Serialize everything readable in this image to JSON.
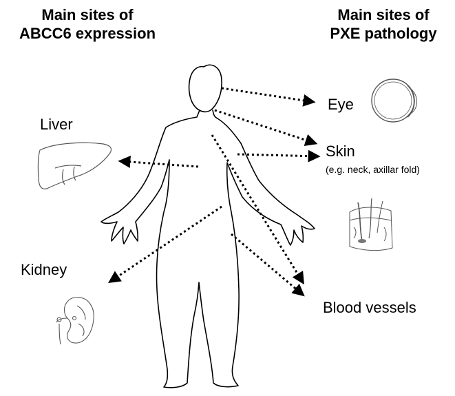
{
  "headings": {
    "expression": {
      "line1": "Main sites of",
      "line2": "ABCC6 expression"
    },
    "pathology": {
      "line1": "Main sites of",
      "line2": "PXE pathology"
    }
  },
  "organs": {
    "liver": "Liver",
    "kidney": "Kidney",
    "eye": "Eye",
    "skin": "Skin",
    "skin_note": "(e.g. neck, axillar fold)",
    "blood_vessels": "Blood vessels"
  },
  "colors": {
    "ink": "#000000",
    "background": "#ffffff",
    "sketch": "#555555"
  },
  "icons": {
    "liver": "liver-icon",
    "kidney": "kidney-icon",
    "eye": "eye-icon",
    "skin": "skin-icon",
    "body": "human-body-outline"
  }
}
